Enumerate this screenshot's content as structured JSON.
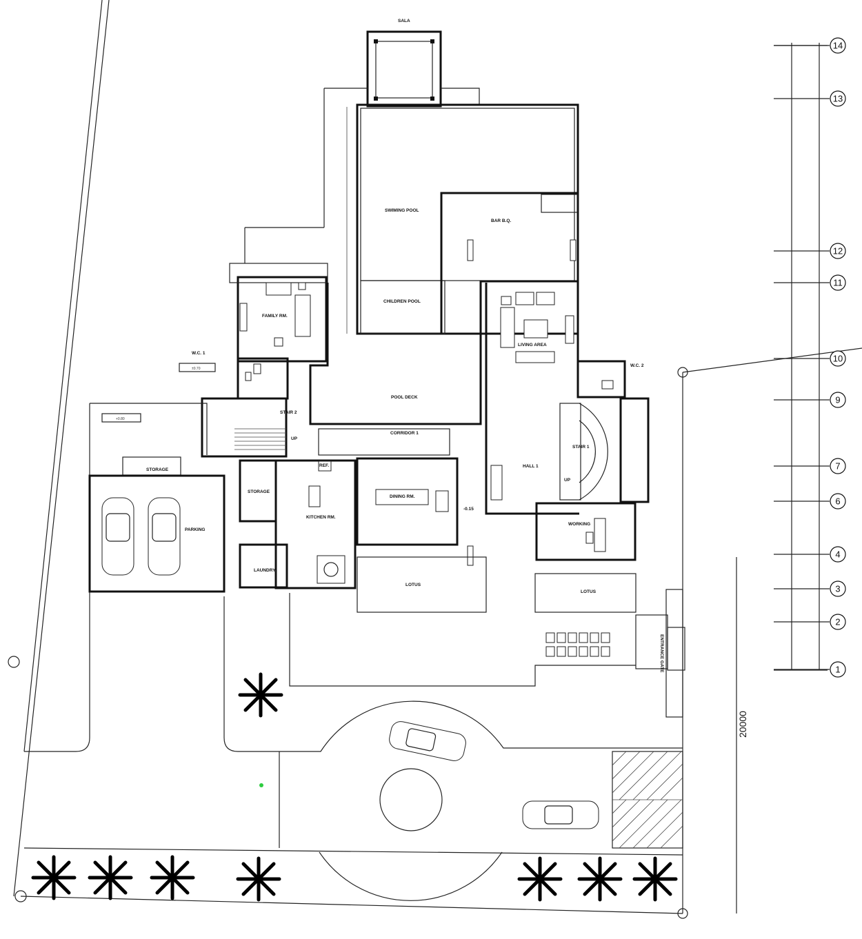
{
  "rooms": {
    "sala": "SALA",
    "swimming_pool": "SWIMING POOL",
    "bar": "BAR B.Q.",
    "children_pool": "CHILDREN POOL",
    "family_rm": "FAMILY RM.",
    "wc1": "W.C. 1",
    "wc1_level": "±0.70",
    "stair2": "STAIR 2",
    "pool_deck": "POOL DECK",
    "living_area": "LIVING AREA",
    "wc2": "W.C. 2",
    "corridor1": "CORRIDOR 1",
    "hall1": "HALL 1",
    "stair1": "STAIR 1",
    "storage_left_level": "+0.80",
    "storage_left": "STORAGE",
    "storage": "STORAGE",
    "kitchen": "KITCHEN RM.",
    "ref": "REF.",
    "dining": "DINING RM.",
    "level_015": "-0.15",
    "working": "WORKING",
    "parking": "PARKING",
    "laundry": "LAUNDRY",
    "lotus1": "LOTUS",
    "lotus2": "LOTUS",
    "entrance_gate": "ENTRANCE GATE",
    "up1": "UP",
    "up2": "UP"
  },
  "grid_labels": [
    "14",
    "13",
    "12",
    "11",
    "10",
    "9",
    "7",
    "6",
    "4",
    "3",
    "2",
    "1"
  ],
  "dimension_total": "20000"
}
